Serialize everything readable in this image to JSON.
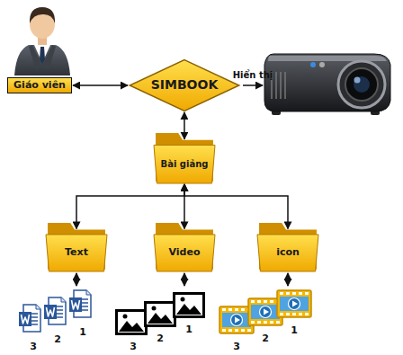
{
  "diagram": {
    "nodes": [
      {
        "text": [
          "Giáo viên"
        ]
      },
      {
        "text": [
          "SIMBOOK"
        ]
      },
      {
        "text": [
          "Bài giảng"
        ]
      },
      {
        "text": [
          "Text"
        ]
      },
      {
        "text": [
          "Video"
        ]
      },
      {
        "text": [
          "icon"
        ]
      }
    ],
    "edges": [
      {
        "from": 0,
        "to": 1,
        "arrow": "both"
      },
      {
        "from": 1,
        "to": 2,
        "arrow": "both"
      },
      {
        "from": 2,
        "to": 3,
        "arrow": "both"
      },
      {
        "from": 2,
        "to": 4,
        "arrow": "both"
      },
      {
        "from": 2,
        "to": 5,
        "arrow": "both"
      }
    ],
    "labels": [
      "Hiển thị",
      "3",
      "2",
      "1",
      "3",
      "2",
      "1",
      "3",
      "2",
      "1"
    ]
  }
}
